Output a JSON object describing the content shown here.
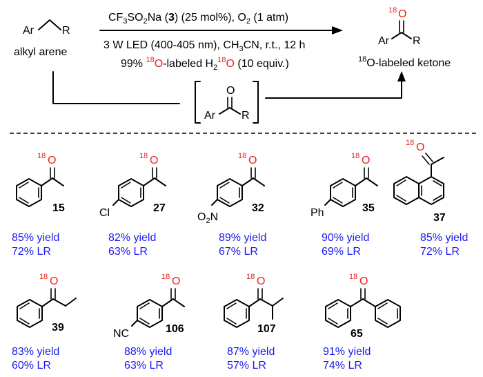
{
  "header": {
    "reactant_ar": "Ar",
    "reactant_r": "R",
    "reactant_label": "alkyl arene",
    "conditions_line1": {
      "a": "CF",
      "sub1": "3",
      "b": "SO",
      "sub2": "2",
      "c": "Na (",
      "compound": "3",
      "d": ") (25 mol%), O",
      "sub3": "2",
      "e": " (1 atm)"
    },
    "conditions_line2": {
      "a": "3 W LED (400-405 nm), CH",
      "sub1": "3",
      "b": "CN, r.t., 12 h"
    },
    "conditions_line3": {
      "pct": "99% ",
      "iso": "18",
      "o_red": "O",
      "mid": "-labeled H",
      "sub": "2",
      "iso2": "18",
      "o_red2": "O",
      "end": " (10 equiv.)"
    },
    "product_iso": "18",
    "product_o": "O",
    "product_ar": "Ar",
    "product_r": "R",
    "product_label_iso": "18",
    "product_label": "O-labeled ketone",
    "intermediate_o": "O",
    "intermediate_ar": "Ar",
    "intermediate_r": "R"
  },
  "compounds": [
    {
      "id": "15",
      "iso": "18",
      "o": "O",
      "substituent": "",
      "yield": "85% yield",
      "lr": "72% LR"
    },
    {
      "id": "27",
      "iso": "18",
      "o": "O",
      "substituent": "Cl",
      "yield": "82% yield",
      "lr": "63% LR"
    },
    {
      "id": "32",
      "iso": "18",
      "o": "O",
      "substituent": "O",
      "substituent_sub": "2",
      "substituent_end": "N",
      "yield": "89% yield",
      "lr": "67% LR"
    },
    {
      "id": "35",
      "iso": "18",
      "o": "O",
      "substituent": "Ph",
      "yield": "90% yield",
      "lr": "69% LR"
    },
    {
      "id": "37",
      "iso": "18",
      "o": "O",
      "substituent": "",
      "yield": "85% yield",
      "lr": "72% LR"
    },
    {
      "id": "39",
      "iso": "18",
      "o": "O",
      "substituent": "",
      "yield": "83% yield",
      "lr": "60% LR"
    },
    {
      "id": "106",
      "iso": "18",
      "o": "O",
      "substituent": "NC",
      "yield": "88% yield",
      "lr": "63% LR"
    },
    {
      "id": "107",
      "iso": "18",
      "o": "O",
      "substituent": "",
      "yield": "87% yield",
      "lr": "57% LR"
    },
    {
      "id": "65",
      "iso": "18",
      "o": "O",
      "substituent": "",
      "yield": "91% yield",
      "lr": "74% LR"
    }
  ]
}
